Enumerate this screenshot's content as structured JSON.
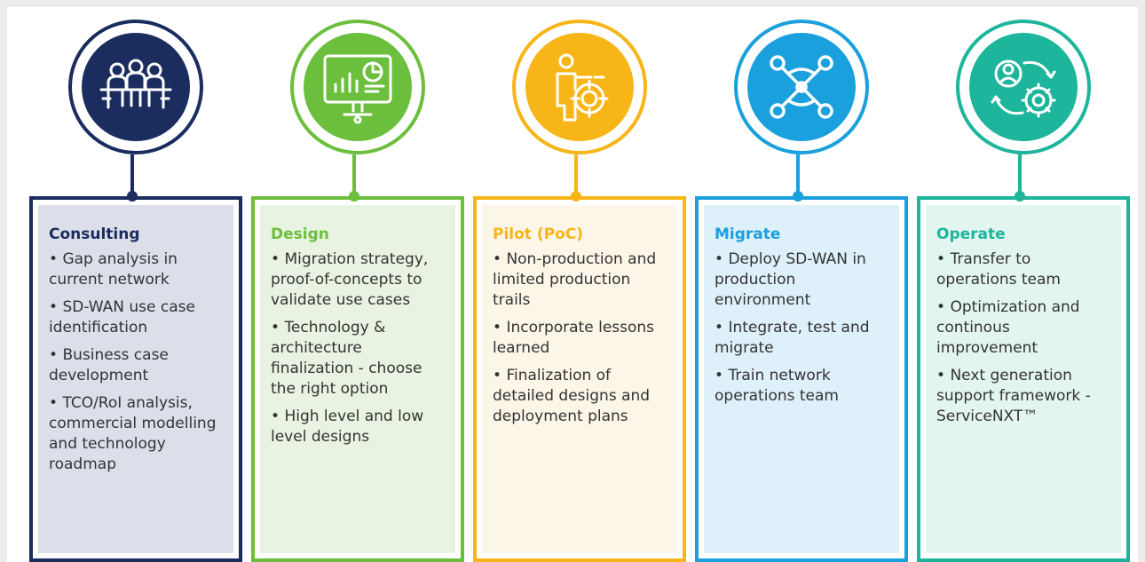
{
  "stages": [
    {
      "title": "Consulting",
      "icon": "meeting-people-icon",
      "color": "#1b2d5f",
      "panel_color": "#dcdfe9",
      "items": [
        "Gap analysis in current network",
        "SD-WAN use case identification",
        "Business case development",
        "TCO/RoI analysis, commercial modelling and technology roadmap"
      ]
    },
    {
      "title": "Design",
      "icon": "monitor-chart-icon",
      "color": "#6cbf3c",
      "panel_color": "#e9f3e1",
      "items": [
        "Migration strategy, proof-of-concepts to validate use cases",
        "Technology & architecture finalization - choose the right option",
        "High level and low level designs"
      ]
    },
    {
      "title": "Pilot (PoC)",
      "icon": "person-target-icon",
      "color": "#f7b517",
      "panel_color": "#fcf6e8",
      "items": [
        "Non-production and limited production trails",
        "Incorporate lessons learned",
        "Finalization of detailed designs and deployment plans"
      ]
    },
    {
      "title": "Migrate",
      "icon": "network-nodes-icon",
      "color": "#1aa0dc",
      "panel_color": "#def0f9",
      "items": [
        "Deploy SD-WAN in production environment",
        "Integrate, test and migrate",
        "Train network operations team"
      ]
    },
    {
      "title": "Operate",
      "icon": "person-gear-cycle-icon",
      "color": "#1db59b",
      "panel_color": "#e3f5f1",
      "items": [
        "Transfer to operations team",
        "Optimization and continous improvement",
        "Next generation support framework - ServiceNXT™"
      ]
    }
  ]
}
